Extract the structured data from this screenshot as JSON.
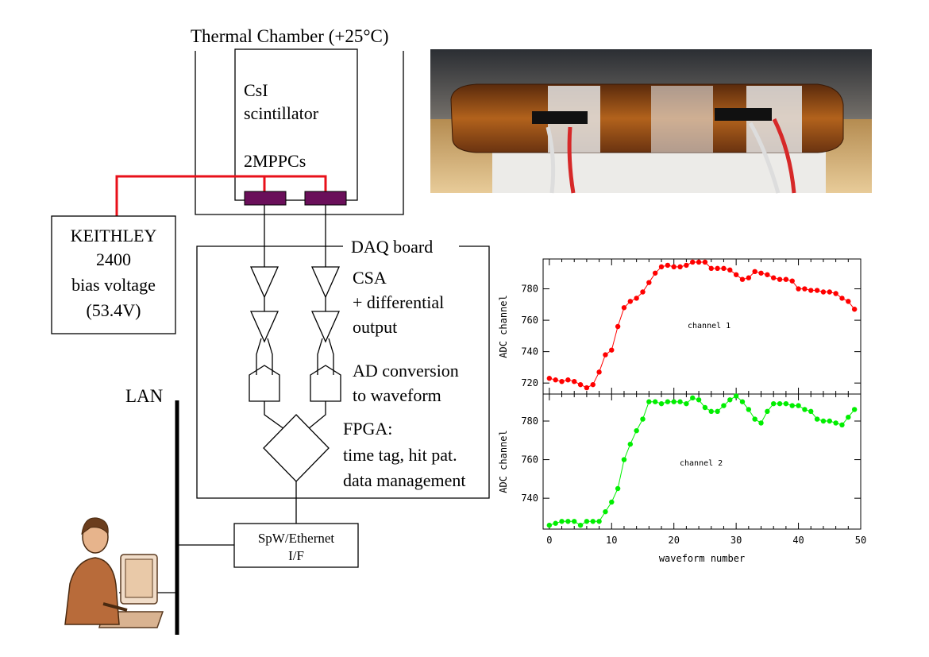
{
  "diagram": {
    "chamber_label": "Thermal Chamber (+25°C)",
    "scintillator_line1": "CsI",
    "scintillator_line2": "scintillator",
    "mppc_label": "2MPPCs",
    "keithley_line1": "KEITHLEY",
    "keithley_line2": "2400",
    "keithley_line3": "bias voltage",
    "keithley_line4": "(53.4V)",
    "daq_label": "DAQ board",
    "csa_line1": "CSA",
    "csa_line2": "+ differential",
    "csa_line3": "output",
    "ad_line1": "AD conversion",
    "ad_line2": "to waveform",
    "fpga_line1": "FPGA:",
    "fpga_line2": "time tag, hit pat.",
    "fpga_line3": "data management",
    "spw_line1": "SpW/Ethernet",
    "spw_line2": "I/F",
    "lan_label": "LAN",
    "colors": {
      "bias_wire": "#e8101a",
      "mppc": "#6a0f5a",
      "line": "#000000"
    },
    "icons": [
      "photo-of-detector",
      "person-at-computer-icon"
    ]
  },
  "chart_data": [
    {
      "type": "line",
      "name": "channel-1",
      "annotation": "channel 1",
      "ylabel": "ADC channel",
      "xlabel": "",
      "color": "#ff0000",
      "xlim": [
        -1,
        50
      ],
      "ylim": [
        713,
        799
      ],
      "yticks": [
        720,
        740,
        760,
        780
      ],
      "x": [
        0,
        1,
        2,
        3,
        4,
        5,
        6,
        7,
        8,
        9,
        10,
        11,
        12,
        13,
        14,
        15,
        16,
        17,
        18,
        19,
        20,
        21,
        22,
        23,
        24,
        25,
        26,
        27,
        28,
        29,
        30,
        31,
        32,
        33,
        34,
        35,
        36,
        37,
        38,
        39,
        40,
        41,
        42,
        43,
        44,
        45,
        46,
        47,
        48,
        49
      ],
      "y": [
        723,
        722,
        721,
        722,
        721,
        719,
        717,
        719,
        727,
        738,
        741,
        756,
        768,
        772,
        774,
        778,
        784,
        790,
        794,
        795,
        794,
        794,
        795,
        797,
        797,
        797,
        793,
        793,
        793,
        792,
        789,
        786,
        787,
        791,
        790,
        789,
        787,
        786,
        786,
        785,
        780,
        780,
        779,
        779,
        778,
        778,
        777,
        774,
        772,
        767
      ]
    },
    {
      "type": "line",
      "name": "channel-2",
      "annotation": "channel 2",
      "ylabel": "ADC channel",
      "xlabel": "waveform number",
      "color": "#00ee00",
      "xlim": [
        -1,
        50
      ],
      "ylim": [
        724,
        794
      ],
      "yticks": [
        740,
        760,
        780
      ],
      "xticks": [
        0,
        10,
        20,
        30,
        40,
        50
      ],
      "x": [
        0,
        1,
        2,
        3,
        4,
        5,
        6,
        7,
        8,
        9,
        10,
        11,
        12,
        13,
        14,
        15,
        16,
        17,
        18,
        19,
        20,
        21,
        22,
        23,
        24,
        25,
        26,
        27,
        28,
        29,
        30,
        31,
        32,
        33,
        34,
        35,
        36,
        37,
        38,
        39,
        40,
        41,
        42,
        43,
        44,
        45,
        46,
        47,
        48,
        49
      ],
      "y": [
        726,
        727,
        728,
        728,
        728,
        726,
        728,
        728,
        728,
        733,
        738,
        745,
        760,
        768,
        775,
        781,
        790,
        790,
        789,
        790,
        790,
        790,
        789,
        792,
        791,
        787,
        785,
        785,
        788,
        791,
        793,
        790,
        786,
        781,
        779,
        785,
        789,
        789,
        789,
        788,
        788,
        786,
        785,
        781,
        780,
        780,
        779,
        778,
        782,
        786
      ]
    }
  ]
}
